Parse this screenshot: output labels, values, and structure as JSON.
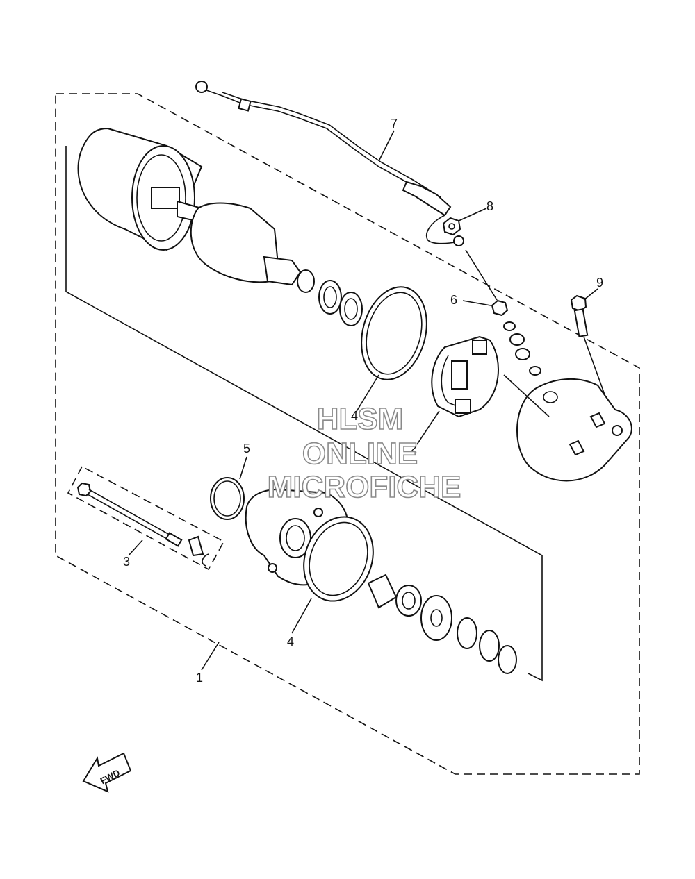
{
  "callouts": [
    {
      "id": "1",
      "text": "1"
    },
    {
      "id": "2",
      "text": "2"
    },
    {
      "id": "3",
      "text": "3"
    },
    {
      "id": "4a",
      "text": "4"
    },
    {
      "id": "4b",
      "text": "4"
    },
    {
      "id": "5",
      "text": "5"
    },
    {
      "id": "6",
      "text": "6"
    },
    {
      "id": "7",
      "text": "7"
    },
    {
      "id": "8",
      "text": "8"
    },
    {
      "id": "9",
      "text": "9"
    }
  ],
  "watermark": {
    "line1": "HLSM",
    "line2": "ONLINE",
    "line3": "MICROFICHE"
  },
  "direction_arrow": {
    "text": "FWD"
  },
  "colors": {
    "line": "#111111",
    "watermark_outline": "#8a8a8a",
    "background": "#ffffff"
  }
}
